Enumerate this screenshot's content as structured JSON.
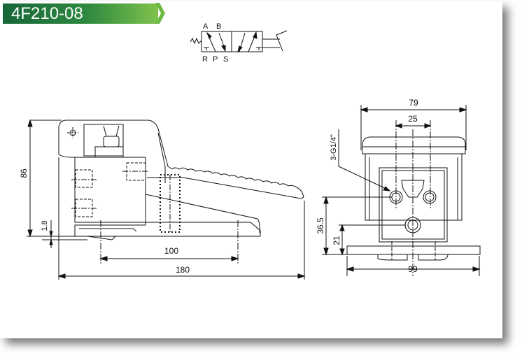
{
  "header": {
    "title": "4F210-08",
    "accent_dark": "#17663a",
    "accent_light": "#7fc24c"
  },
  "symbol": {
    "port_a": "A",
    "port_b": "B",
    "port_r": "R",
    "port_p": "P",
    "port_s": "S"
  },
  "side_view": {
    "dim_height": "86",
    "dim_base": "1.8",
    "dim_mount": "100",
    "dim_length": "180"
  },
  "front_view": {
    "dim_width_top": "79",
    "dim_port_pitch": "25",
    "port_spec": "3-G1/4\"",
    "dim_port_height": "36.5",
    "dim_p_height": "21",
    "dim_width_base": "99"
  }
}
